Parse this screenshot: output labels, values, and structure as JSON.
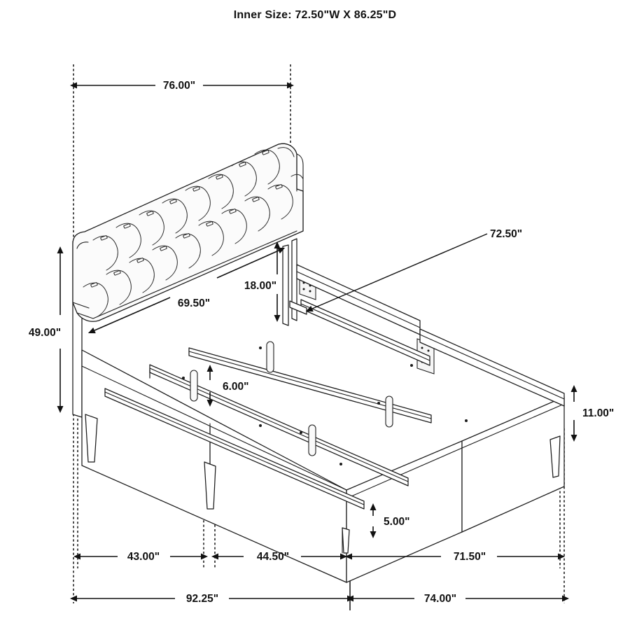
{
  "header": {
    "title": "Inner Size: 72.50\"W X 86.25\"D"
  },
  "diagram": {
    "subject": "upholstered tufted bed frame dimension drawing",
    "unit": "inches",
    "view": "isometric"
  },
  "dimensions": {
    "overall_width_top": "76.00\"",
    "headboard_height": "49.00\"",
    "headboard_panel_width": "69.50\"",
    "headboard_leg_to_rail": "18.00\"",
    "inner_width_leader": "72.50\"",
    "center_support_clearance": "6.00\"",
    "side_rail_height": "11.00\"",
    "footboard_leg_height": "5.00\"",
    "footprint_left": "43.00\"",
    "footprint_middle": "44.50\"",
    "footprint_right": "71.50\"",
    "overall_length_left": "92.25\"",
    "overall_length_right": "74.00\""
  },
  "labels": [
    {
      "id": "dim-76",
      "text": "76.00\"",
      "orientation": "horizontal",
      "group": "top"
    },
    {
      "id": "dim-49",
      "text": "49.00\"",
      "orientation": "vertical",
      "group": "left"
    },
    {
      "id": "dim-69-50",
      "text": "69.50\"",
      "orientation": "diagonal",
      "group": "headboard"
    },
    {
      "id": "dim-18",
      "text": "18.00\"",
      "orientation": "vertical",
      "group": "headboard"
    },
    {
      "id": "dim-72-50",
      "text": "72.50\"",
      "orientation": "leader",
      "group": "inner"
    },
    {
      "id": "dim-6",
      "text": "6.00\"",
      "orientation": "vertical",
      "group": "support"
    },
    {
      "id": "dim-11",
      "text": "11.00\"",
      "orientation": "vertical",
      "group": "right"
    },
    {
      "id": "dim-5",
      "text": "5.00\"",
      "orientation": "vertical",
      "group": "foot"
    },
    {
      "id": "dim-43",
      "text": "43.00\"",
      "orientation": "horizontal",
      "group": "bottom-row-1"
    },
    {
      "id": "dim-44-50",
      "text": "44.50\"",
      "orientation": "horizontal",
      "group": "bottom-row-1"
    },
    {
      "id": "dim-71-50",
      "text": "71.50\"",
      "orientation": "horizontal",
      "group": "bottom-row-1"
    },
    {
      "id": "dim-92-25",
      "text": "92.25\"",
      "orientation": "horizontal",
      "group": "bottom-row-2"
    },
    {
      "id": "dim-74",
      "text": "74.00\"",
      "orientation": "horizontal",
      "group": "bottom-row-2"
    }
  ],
  "colors": {
    "background": "#ffffff",
    "line": "#1b1b1b",
    "text": "#111111"
  }
}
